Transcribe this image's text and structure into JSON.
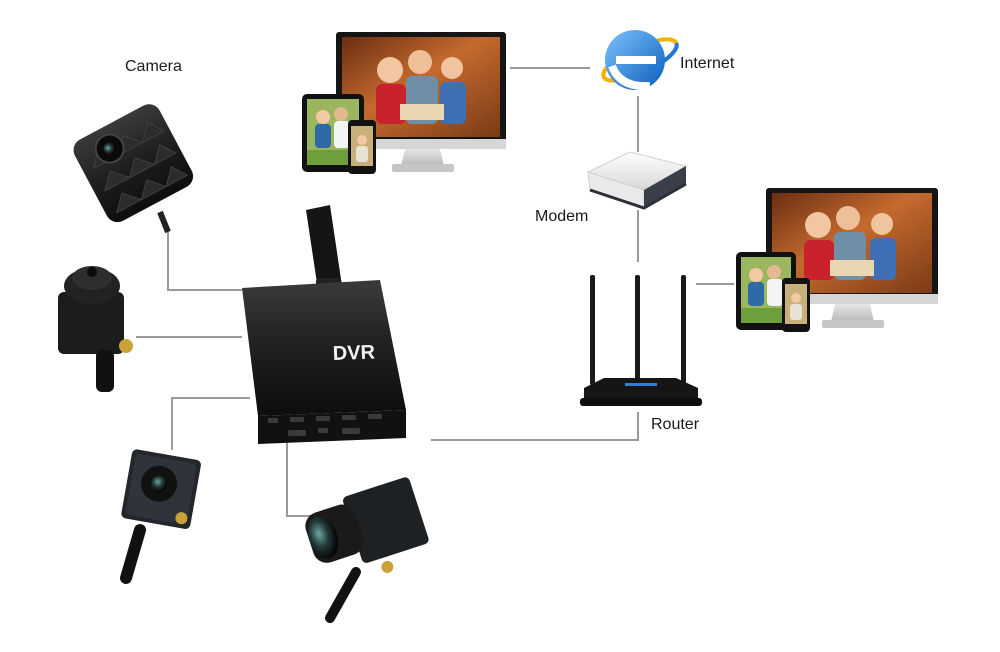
{
  "labels": {
    "camera": "Camera",
    "internet": "Internet",
    "modem": "Modem",
    "router": "Router",
    "dvr": "DVR"
  },
  "colors": {
    "connector": "#9a9a9a",
    "device_body": "#1c1c1c",
    "ie_blue": "#1e78d6",
    "ie_ring": "#f0b400",
    "screen_warm": "#a0522d"
  },
  "icons": [
    "camera-icon",
    "pinhole-camera-icon",
    "dvr-icon",
    "antenna-icon",
    "monitor-icon",
    "tablet-icon",
    "phone-icon",
    "internet-explorer-icon",
    "modem-icon",
    "router-icon"
  ]
}
